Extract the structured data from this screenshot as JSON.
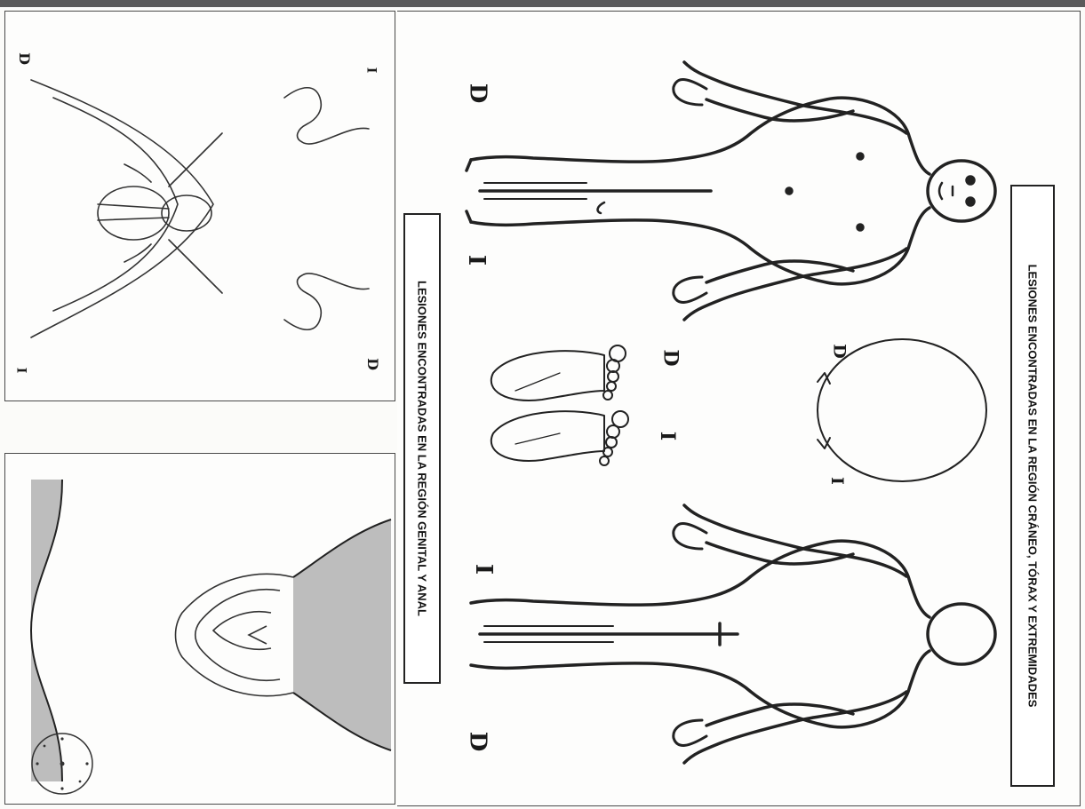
{
  "titles": {
    "main": "LESIONES ENCONTRADAS EN LA REGIÓN CRÁNEO, TÓRAX Y EXTREMIDADES",
    "genital": "LESIONES ENCONTRADAS EN LA REGIÓN GENITAL Y ANAL"
  },
  "side_marks": {
    "right": "D",
    "left": "I"
  },
  "colors": {
    "ink": "#222222",
    "shade": "#bdbdbd",
    "frame": "#4a4a4a"
  }
}
